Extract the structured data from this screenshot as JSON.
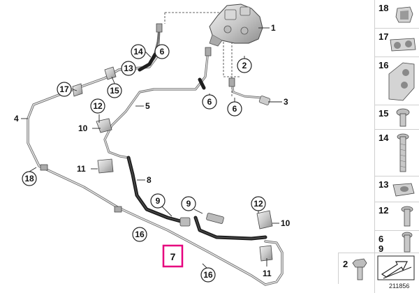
{
  "callouts": {
    "c1": "1",
    "c2": "2",
    "c3": "3",
    "c4": "4",
    "c5": "5",
    "c6a": "6",
    "c6b": "6",
    "c6c": "6",
    "c7": "7",
    "c8": "8",
    "c9a": "9",
    "c9b": "9",
    "c10a": "10",
    "c10b": "10",
    "c11a": "11",
    "c11b": "11",
    "c12a": "12",
    "c12b": "12",
    "c13": "13",
    "c14": "14",
    "c15": "15",
    "c16a": "16",
    "c16b": "16",
    "c17": "17",
    "c18": "18"
  },
  "sidebar": {
    "items": [
      {
        "num": "18",
        "icon": "clip-icon"
      },
      {
        "num": "17",
        "icon": "double-clip-icon"
      },
      {
        "num": "16",
        "icon": "bracket-holder-icon"
      },
      {
        "num": "15",
        "icon": "hex-socket-screw-icon"
      },
      {
        "num": "14",
        "icon": "long-screw-icon"
      },
      {
        "num": "13",
        "icon": "nut-clip-icon"
      },
      {
        "num": "12",
        "icon": "flange-bolt-icon"
      },
      {
        "num": "6",
        "num2": "9",
        "icon": "socket-bolt-icon"
      }
    ],
    "bottom": {
      "num": "2",
      "icon": "hex-bolt-icon",
      "arrow": "arrow-symbol-icon"
    }
  },
  "reference_number": "211856",
  "highlight_color": "#e6007e"
}
